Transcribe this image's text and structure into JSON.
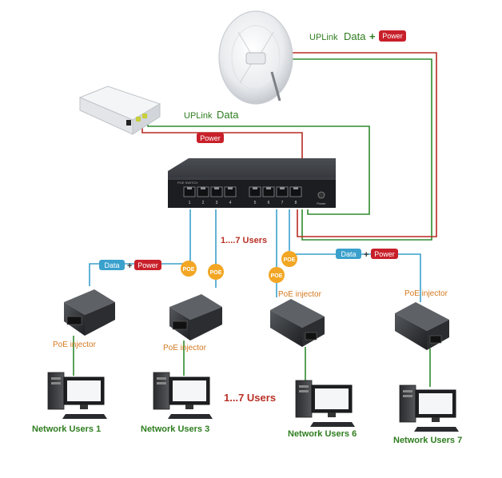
{
  "uplink_power": {
    "prefix": "UPLink",
    "data": "Data",
    "plus": "+",
    "power": "Power"
  },
  "uplink_data": {
    "prefix": "UPLink",
    "data": "Data"
  },
  "power_tag": "Power",
  "users_range": "1....7 Users",
  "users_range_bottom": "1...7 Users",
  "poe_badge": "POE",
  "data_power_left": {
    "data": "Data",
    "plus": "+",
    "power": "Power"
  },
  "data_power_right": {
    "data": "Data",
    "plus": "+",
    "power": "Power"
  },
  "injector_label": "PoE injector",
  "port_numbers": [
    "1",
    "2",
    "3",
    "4",
    "5",
    "6",
    "7",
    "8"
  ],
  "switch_power_label": "Power",
  "users": [
    {
      "label": "Network Users 1"
    },
    {
      "label": "Network Users 3"
    },
    {
      "label": "Network Users 6"
    },
    {
      "label": "Network Users 7"
    }
  ],
  "colors": {
    "data_blue": "#3aa0cc",
    "power_red": "#c8202a",
    "uplink_green": "#2e8b2e",
    "uplink_red": "#b72b22",
    "badge_orange": "#f2a623",
    "label_green": "#2e7d1f",
    "users_red": "#b83025",
    "injector_text": "#d4781f"
  }
}
